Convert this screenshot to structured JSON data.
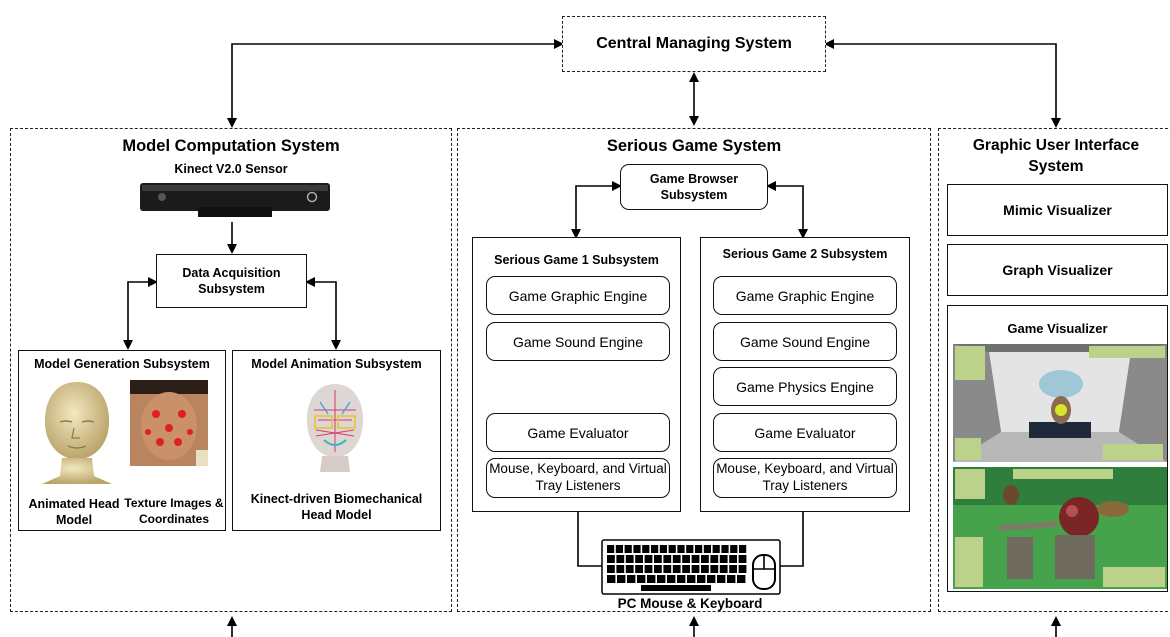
{
  "central": {
    "label": "Central Managing System"
  },
  "model_computation": {
    "title": "Model Computation System",
    "kinect_label": "Kinect V2.0 Sensor",
    "data_acquisition": "Data Acquisition Subsystem",
    "model_generation": {
      "title": "Model Generation Subsystem",
      "caption_head": "Animated Head Model",
      "caption_texture": "Texture Images & Coordinates"
    },
    "model_animation": {
      "title": "Model Animation Subsystem",
      "caption": "Kinect-driven Biomechanical Head Model"
    }
  },
  "serious_game": {
    "title": "Serious Game System",
    "browser": "Game Browser Subsystem",
    "game1": {
      "title": "Serious Game 1 Subsystem",
      "engines": [
        "Game Graphic Engine",
        "Game Sound Engine",
        "Game Evaluator",
        "Mouse, Keyboard, and Virtual Tray Listeners"
      ]
    },
    "game2": {
      "title": "Serious Game 2 Subsystem",
      "engines": [
        "Game Graphic Engine",
        "Game Sound Engine",
        "Game Physics Engine",
        "Game Evaluator",
        "Mouse, Keyboard, and Virtual Tray Listeners"
      ]
    },
    "peripherals": "PC Mouse & Keyboard"
  },
  "gui": {
    "title": "Graphic User Interface System",
    "mimic": "Mimic Visualizer",
    "graph": "Graph Visualizer",
    "game": "Game Visualizer"
  }
}
